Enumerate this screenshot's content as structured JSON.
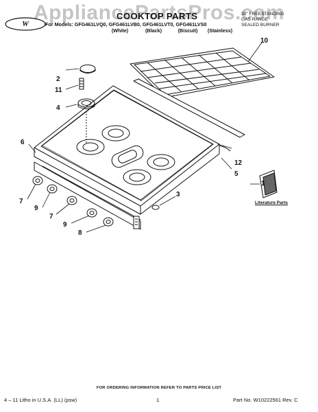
{
  "watermark": "AppliancePartsPros.com",
  "logo_text": "Whirlpool",
  "title": "COOKTOP PARTS",
  "models_prefix": "For Models: GFG461LVQ0, GFG461LVB0, GFG461LVT0, GFG461LVS0",
  "variants": [
    "(White)",
    "(Black)",
    "(Biscuit)",
    "(Stainless)"
  ],
  "right_note": [
    "30\" FREESTANDING",
    "GAS RANGE",
    "SEALED BURNER"
  ],
  "callouts": [
    "1",
    "2",
    "3",
    "4",
    "5",
    "6",
    "7",
    "7",
    "8",
    "9",
    "9",
    "10",
    "11",
    "12"
  ],
  "literature_label": "Literature Parts",
  "footer": {
    "center": "FOR ORDERING INFORMATION REFER TO PARTS PRICE LIST",
    "left": "4 – 11 Litho in U.S.A. (LL) (psw)",
    "page": "1",
    "right": "Part No. W10222561 Rev. C"
  },
  "colors": {
    "line": "#111111",
    "watermark": "#969696"
  }
}
